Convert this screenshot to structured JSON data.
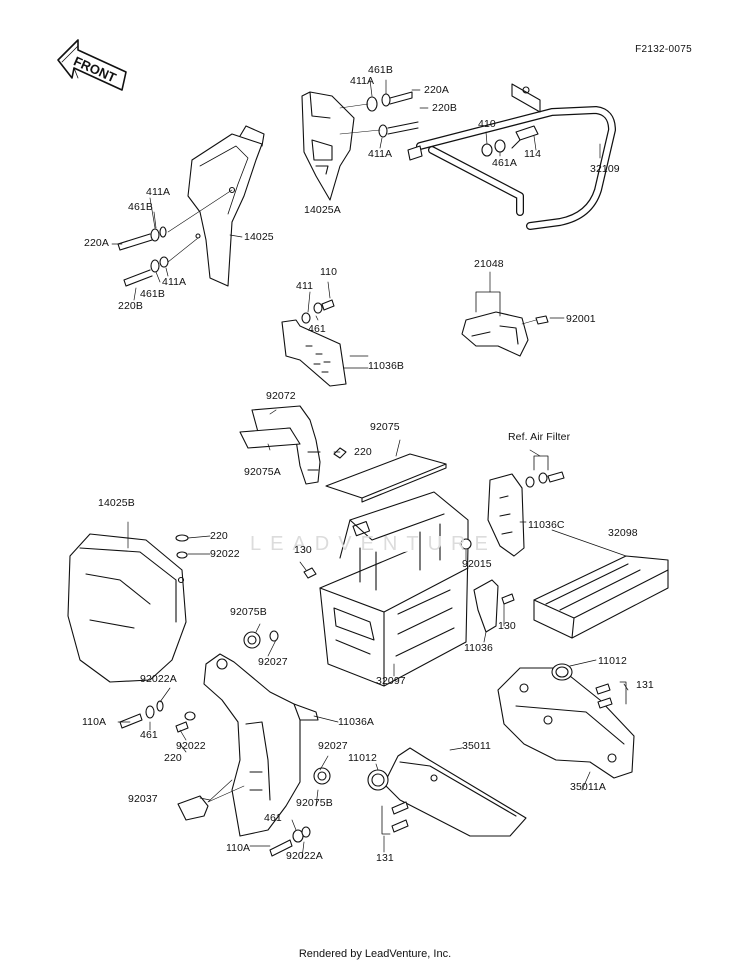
{
  "diagram": {
    "code": "F2132-0075",
    "front_label": "FRONT",
    "watermark": "LEADVENTURE",
    "footer": "Rendered by LeadVenture, Inc."
  },
  "parts": {
    "p461B_a": "461B",
    "p411A_a": "411A",
    "p220A_a": "220A",
    "p220B_a": "220B",
    "p411A_b": "411A",
    "p14025A": "14025A",
    "p410": "410",
    "p461A": "461A",
    "p114": "114",
    "p32109": "32109",
    "p411A_c": "411A",
    "p461B_b": "461B",
    "p220A_b": "220A",
    "p14025": "14025",
    "p411A_d": "411A",
    "p461B_c": "461B",
    "p220B_b": "220B",
    "p110_a": "110",
    "p411": "411",
    "p461_a": "461",
    "p11036B": "11036B",
    "p21048": "21048",
    "p92001": "92001",
    "p92072": "92072",
    "p92075": "92075",
    "p92075A": "92075A",
    "p220_a": "220",
    "p_ref": "Ref. Air Filter",
    "p14025B": "14025B",
    "p220_b": "220",
    "p92022_a": "92022",
    "p130_a": "130",
    "p11036C": "11036C",
    "p32098": "32098",
    "p92015": "92015",
    "p130_b": "130",
    "p11036": "11036",
    "p92075B_a": "92075B",
    "p92027_a": "92027",
    "p11012_a": "11012",
    "p131_a": "131",
    "p92022A_a": "92022A",
    "p32097": "32097",
    "p110A_a": "110A",
    "p461_b": "461",
    "p92022_b": "92022",
    "p220_c": "220",
    "p11036A": "11036A",
    "p92027_b": "92027",
    "p11012_b": "11012",
    "p35011": "35011",
    "p35011A": "35011A",
    "p92037": "92037",
    "p92075B_b": "92075B",
    "p461_c": "461",
    "p110A_b": "110A",
    "p92022A_b": "92022A",
    "p131_b": "131"
  }
}
